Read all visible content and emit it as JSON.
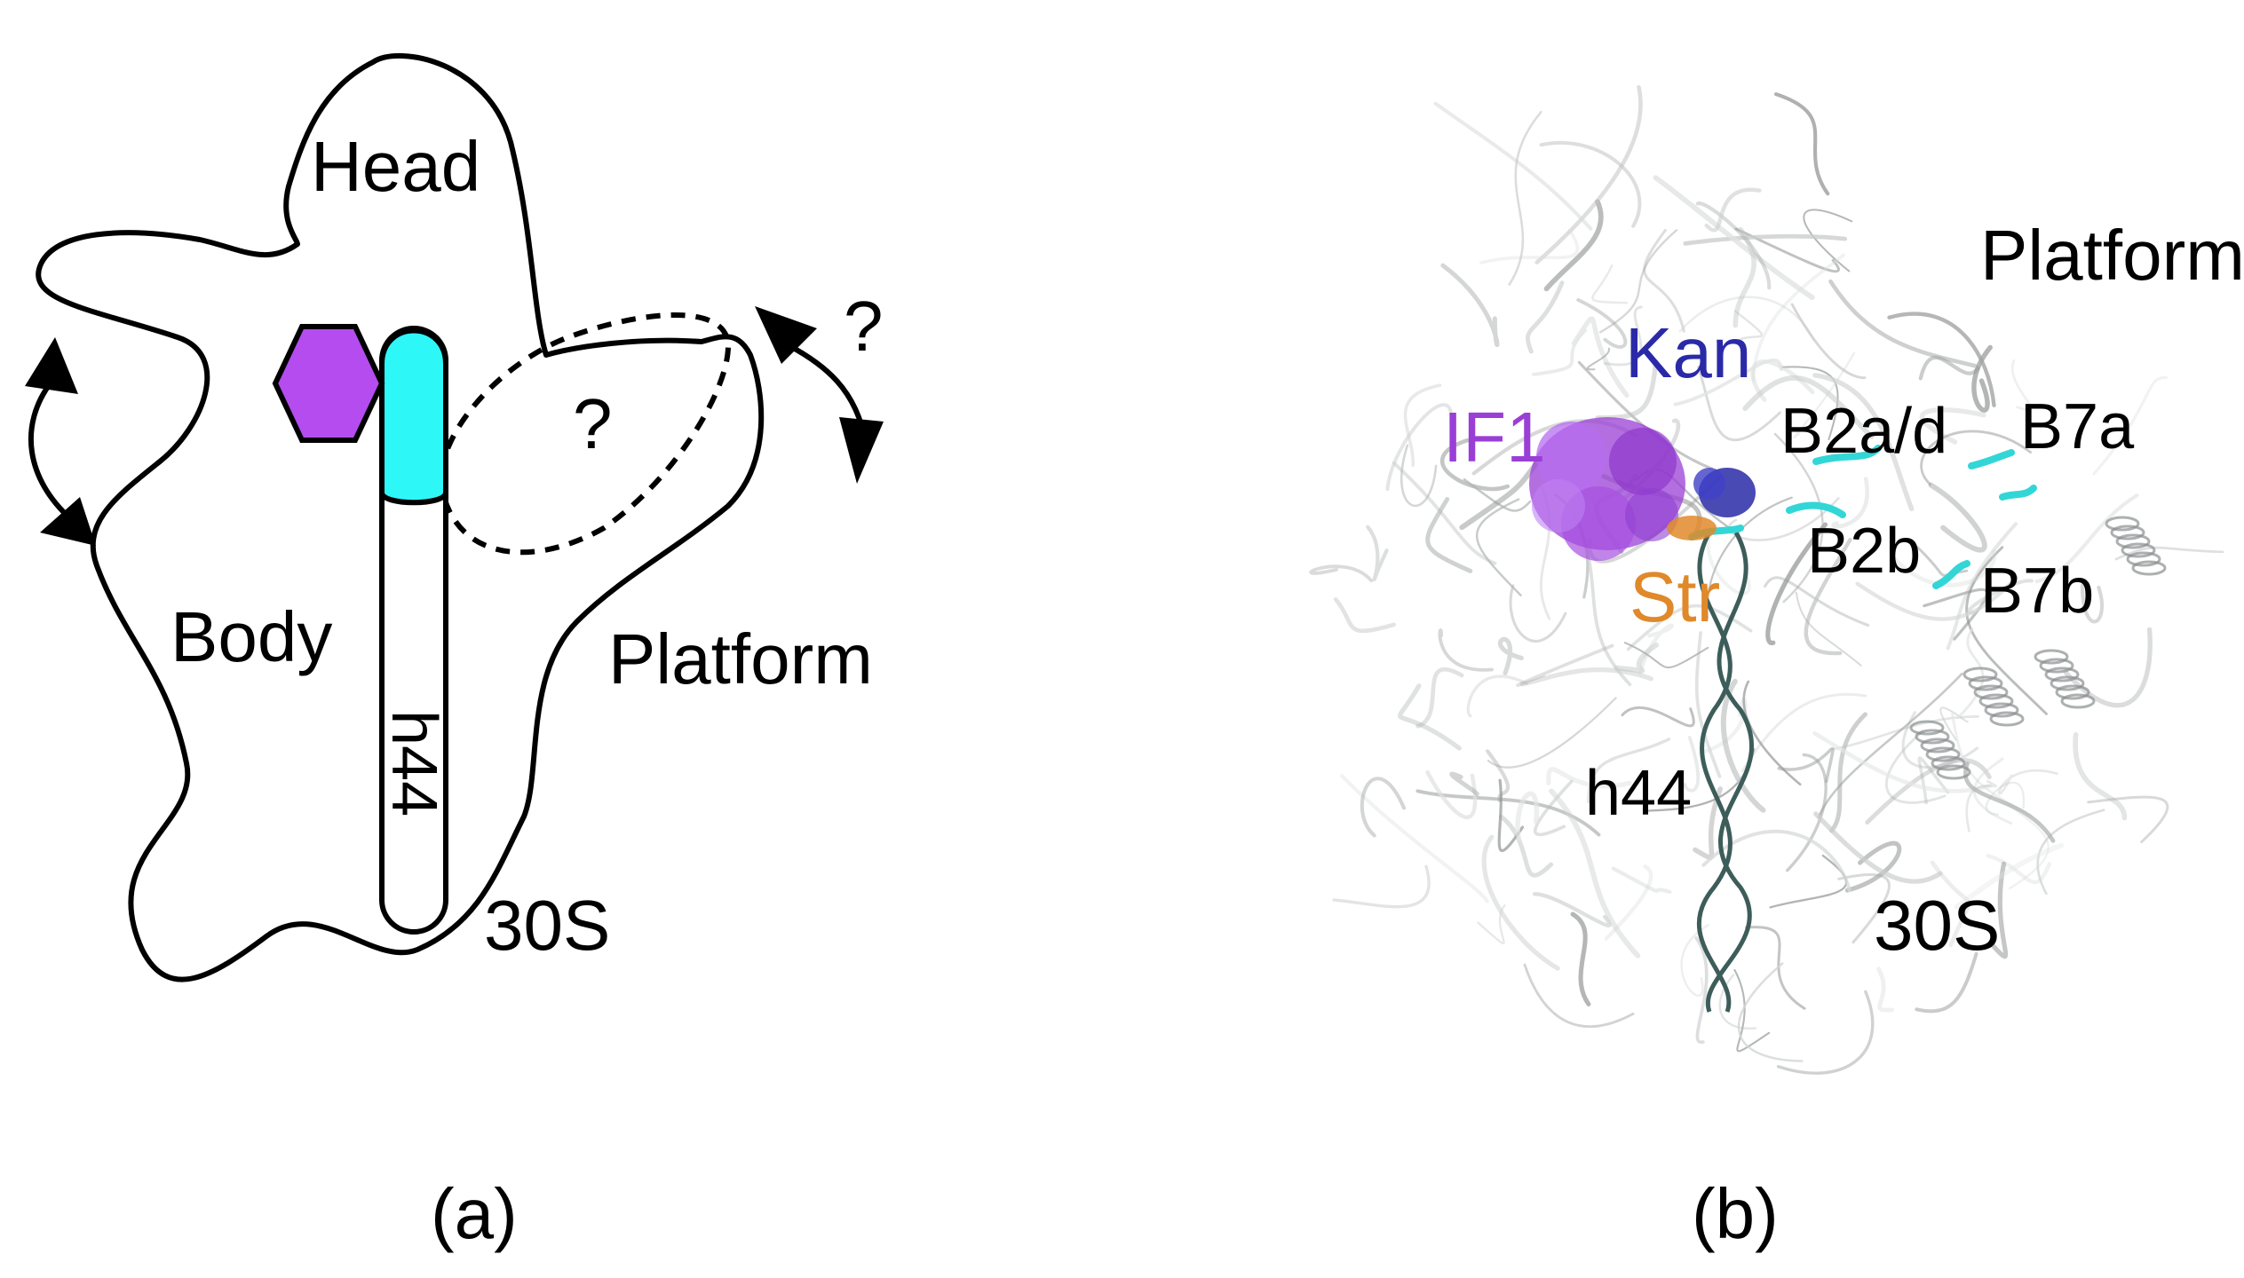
{
  "panel_a": {
    "head_label": "Head",
    "body_label": "Body",
    "platform_label": "Platform",
    "subunit_label": "30S",
    "h44_label": "h44",
    "question_platform": "?",
    "question_arrow": "?",
    "caption": "(a)",
    "colors": {
      "hexagon": "#b44cf0",
      "h44_top": "#2ef7f7",
      "outline": "#000000"
    }
  },
  "panel_b": {
    "platform_label": "Platform",
    "kan_label": "Kan",
    "if1_label": "IF1",
    "str_label": "Str",
    "b2ad_label": "B2a/d",
    "b7a_label": "B7a",
    "b2b_label": "B2b",
    "b7b_label": "B7b",
    "h44_label": "h44",
    "subunit_label": "30S",
    "caption": "(b)",
    "colors": {
      "kan": "#2a2aa8",
      "if1": "#9a3fd6",
      "str": "#e0892a",
      "bridges": "#33d6d6",
      "ribbon": "#9aa0a0"
    }
  }
}
